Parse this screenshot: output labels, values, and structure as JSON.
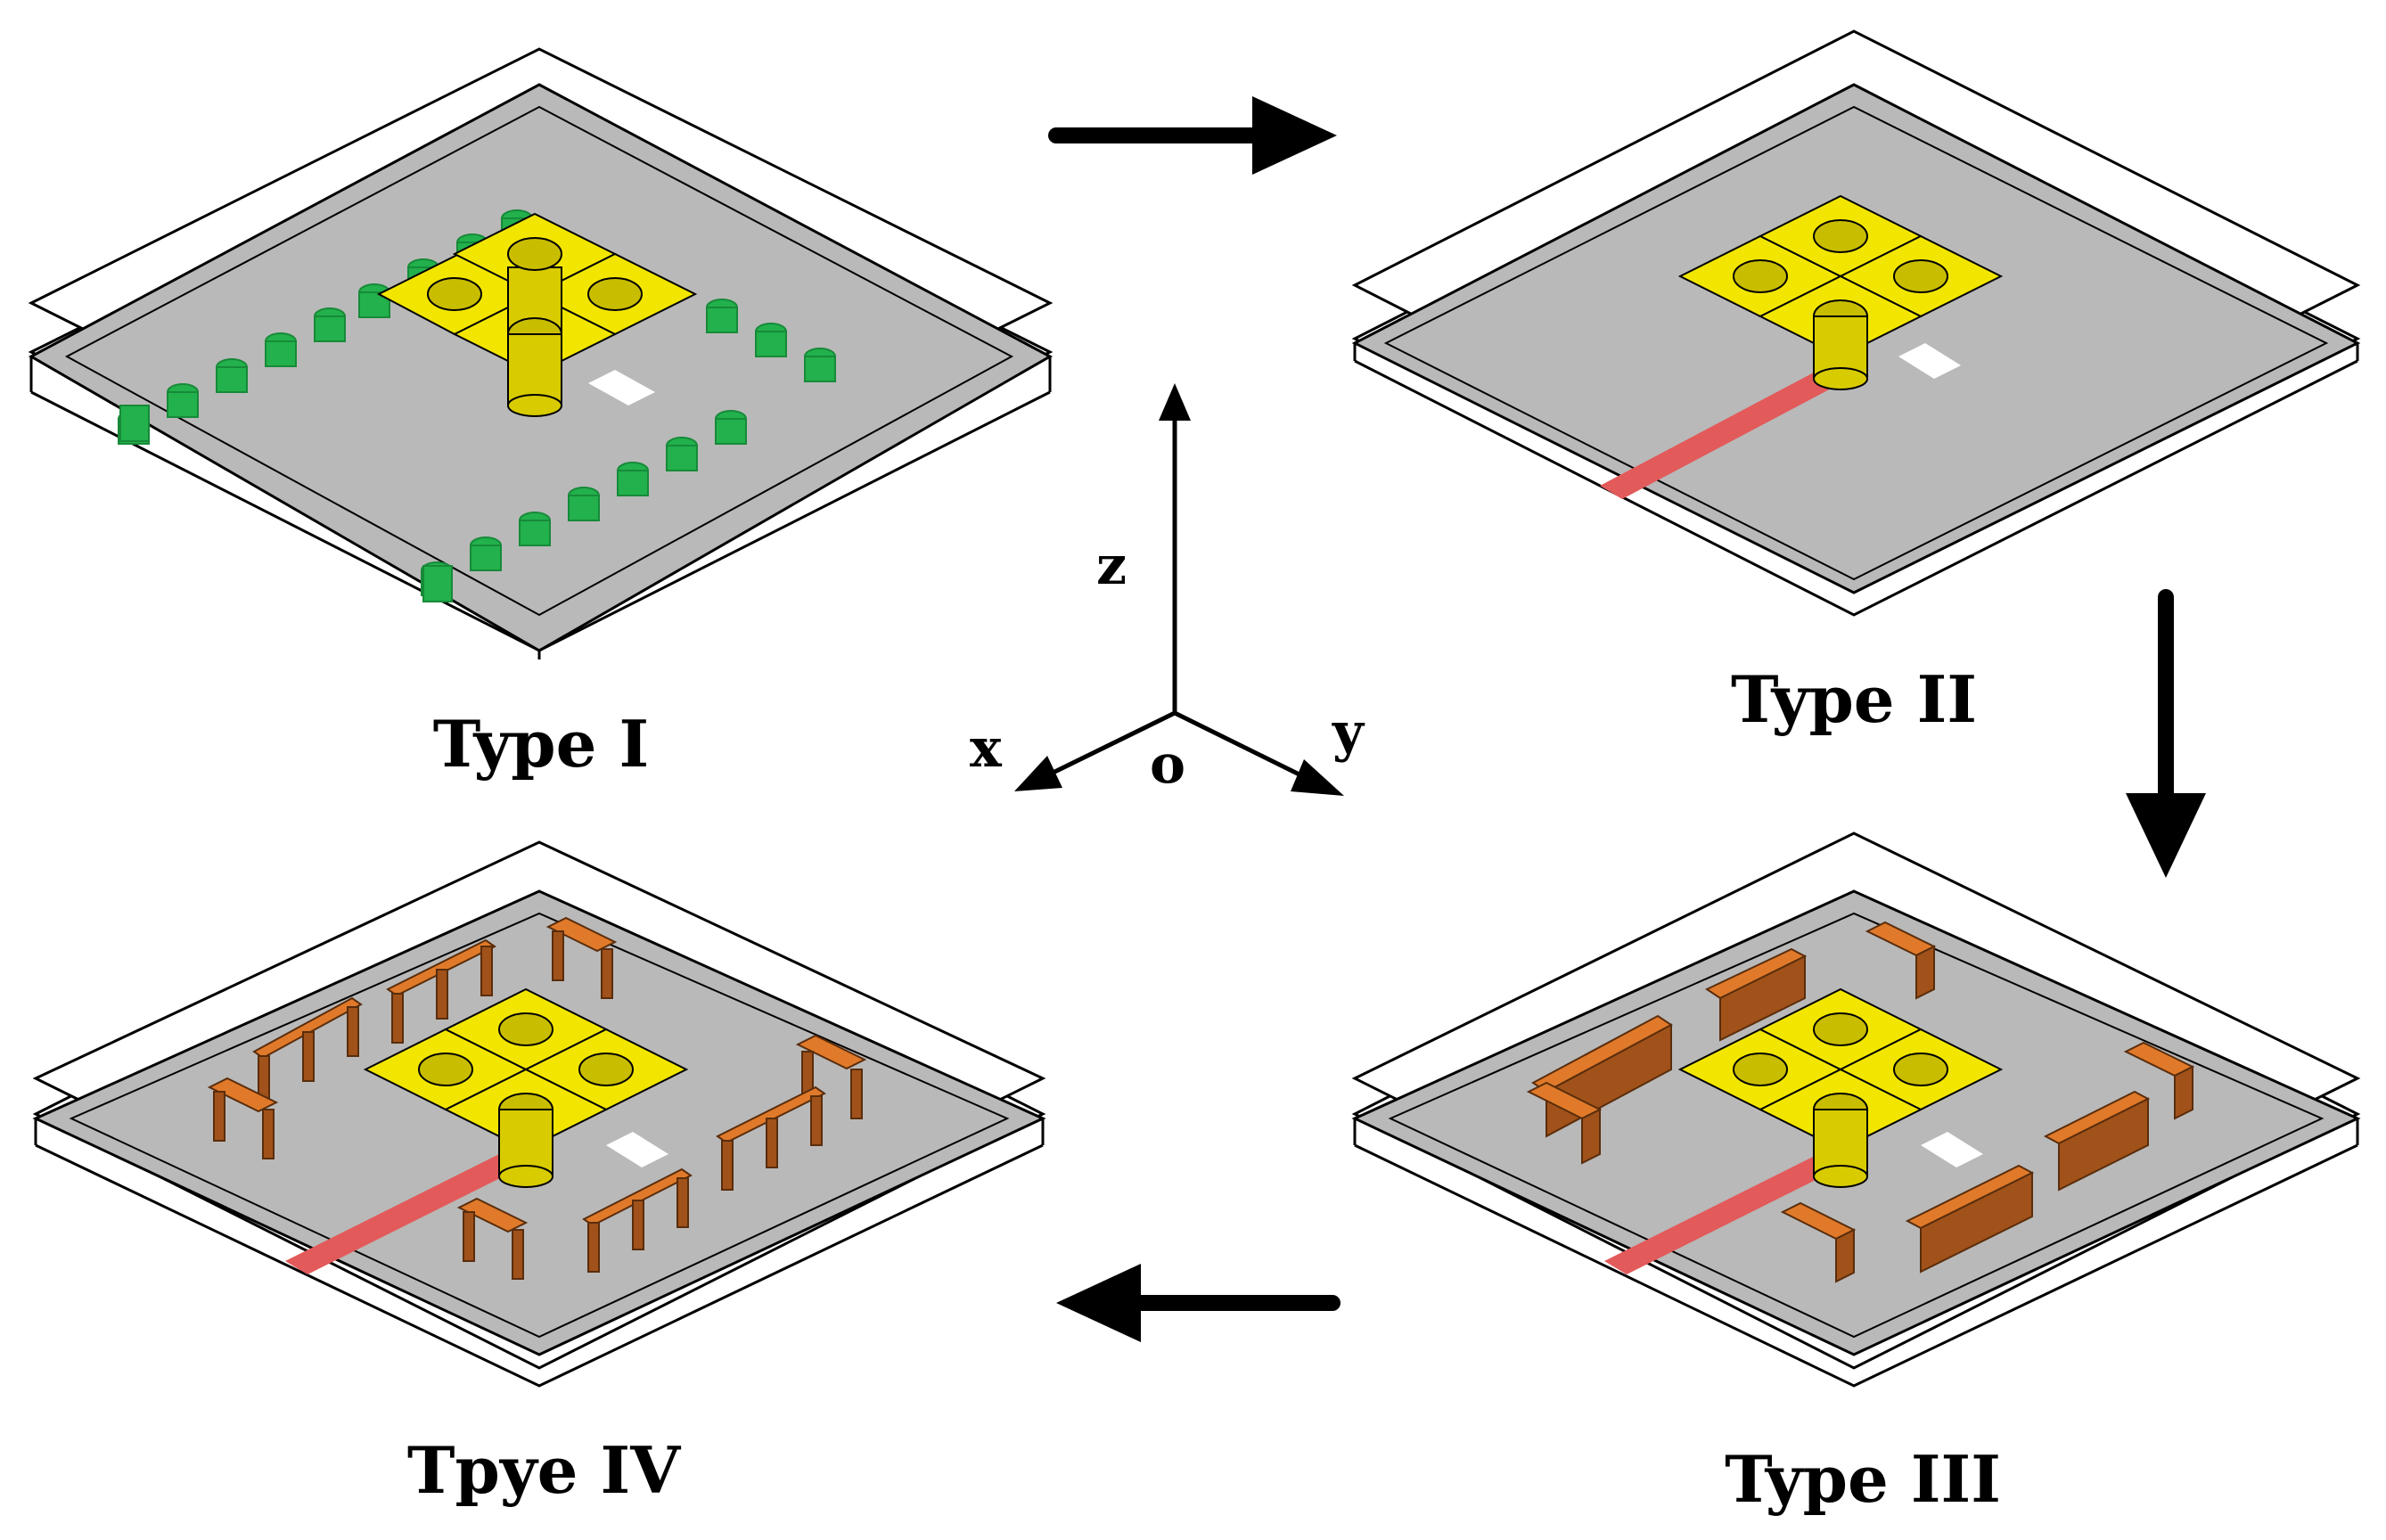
{
  "labels": {
    "type_1": "Type I",
    "type_2": "Type II",
    "type_3": "Type III",
    "type_4": "Tpye IV"
  },
  "axes": {
    "z": "z",
    "x": "x",
    "y": "y",
    "origin": "o"
  },
  "colors": {
    "substrate": "#b9b9b9",
    "outline": "#000000",
    "patch": "#f2e600",
    "patch_shadow": "#c9bd00",
    "via": "#22b14c",
    "via_dark": "#178a39",
    "feed": "#e25a5a",
    "wall": "#c7661b",
    "wall_dark": "#8b4513"
  }
}
